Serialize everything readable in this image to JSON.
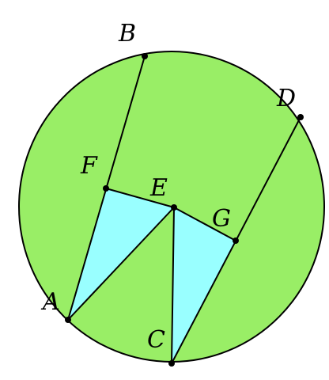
{
  "colors": {
    "circle_fill": "#99ee66",
    "triangle_fill": "#99ffff",
    "stroke": "#000000"
  },
  "labels": {
    "A": "A",
    "B": "B",
    "C": "C",
    "D": "D",
    "E": "E",
    "F": "F",
    "G": "G"
  }
}
